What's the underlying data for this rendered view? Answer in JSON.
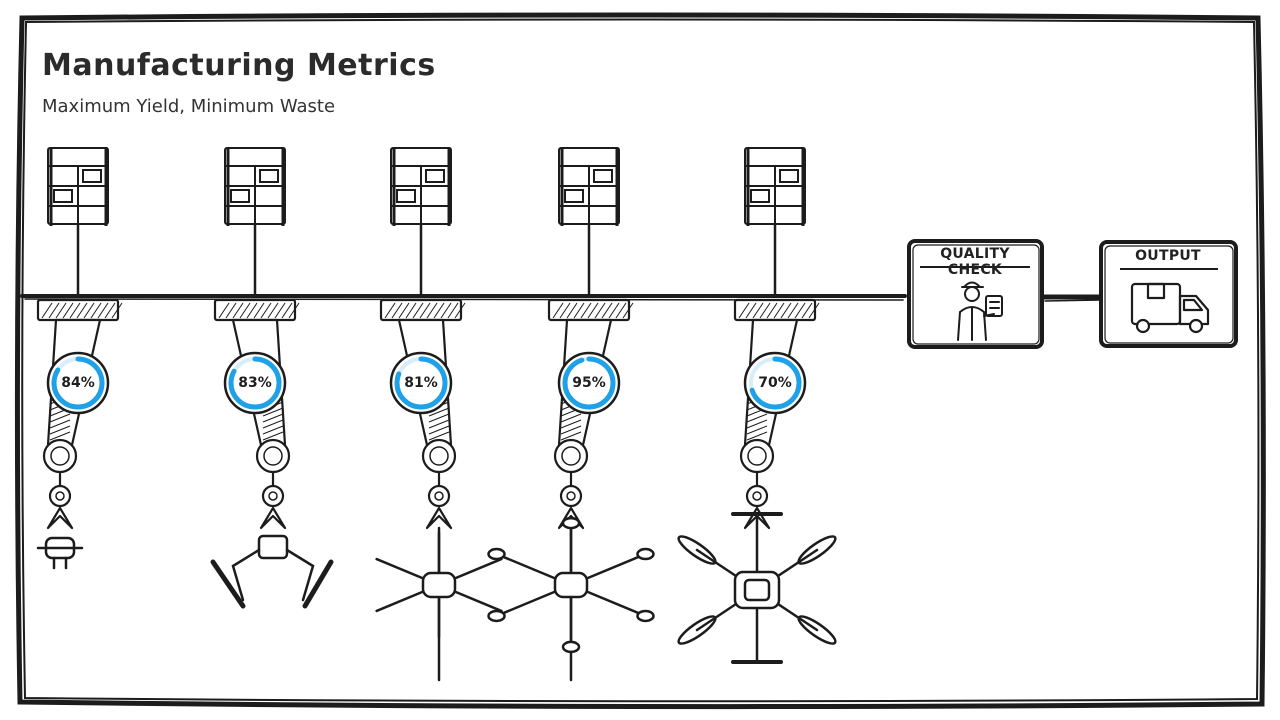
{
  "header": {
    "title": "Manufacturing Metrics",
    "subtitle": "Maximum Yield, Minimum Waste"
  },
  "stations": [
    {
      "yield_label": "84%",
      "yield": 84,
      "product": "small-part"
    },
    {
      "yield_label": "83%",
      "yield": 83,
      "product": "landing-gear"
    },
    {
      "yield_label": "81%",
      "yield": 81,
      "product": "drone-frame"
    },
    {
      "yield_label": "95%",
      "yield": 95,
      "product": "drone-arms"
    },
    {
      "yield_label": "70%",
      "yield": 70,
      "product": "quadcopter"
    }
  ],
  "quality_check": {
    "label": "QUALITY CHECK",
    "icon": "inspector-icon"
  },
  "output": {
    "label": "OUTPUT",
    "icon": "delivery-truck-icon"
  },
  "colors": {
    "accent": "#1ea1e6",
    "ink": "#1c1c1c",
    "background": "#ffffff"
  }
}
